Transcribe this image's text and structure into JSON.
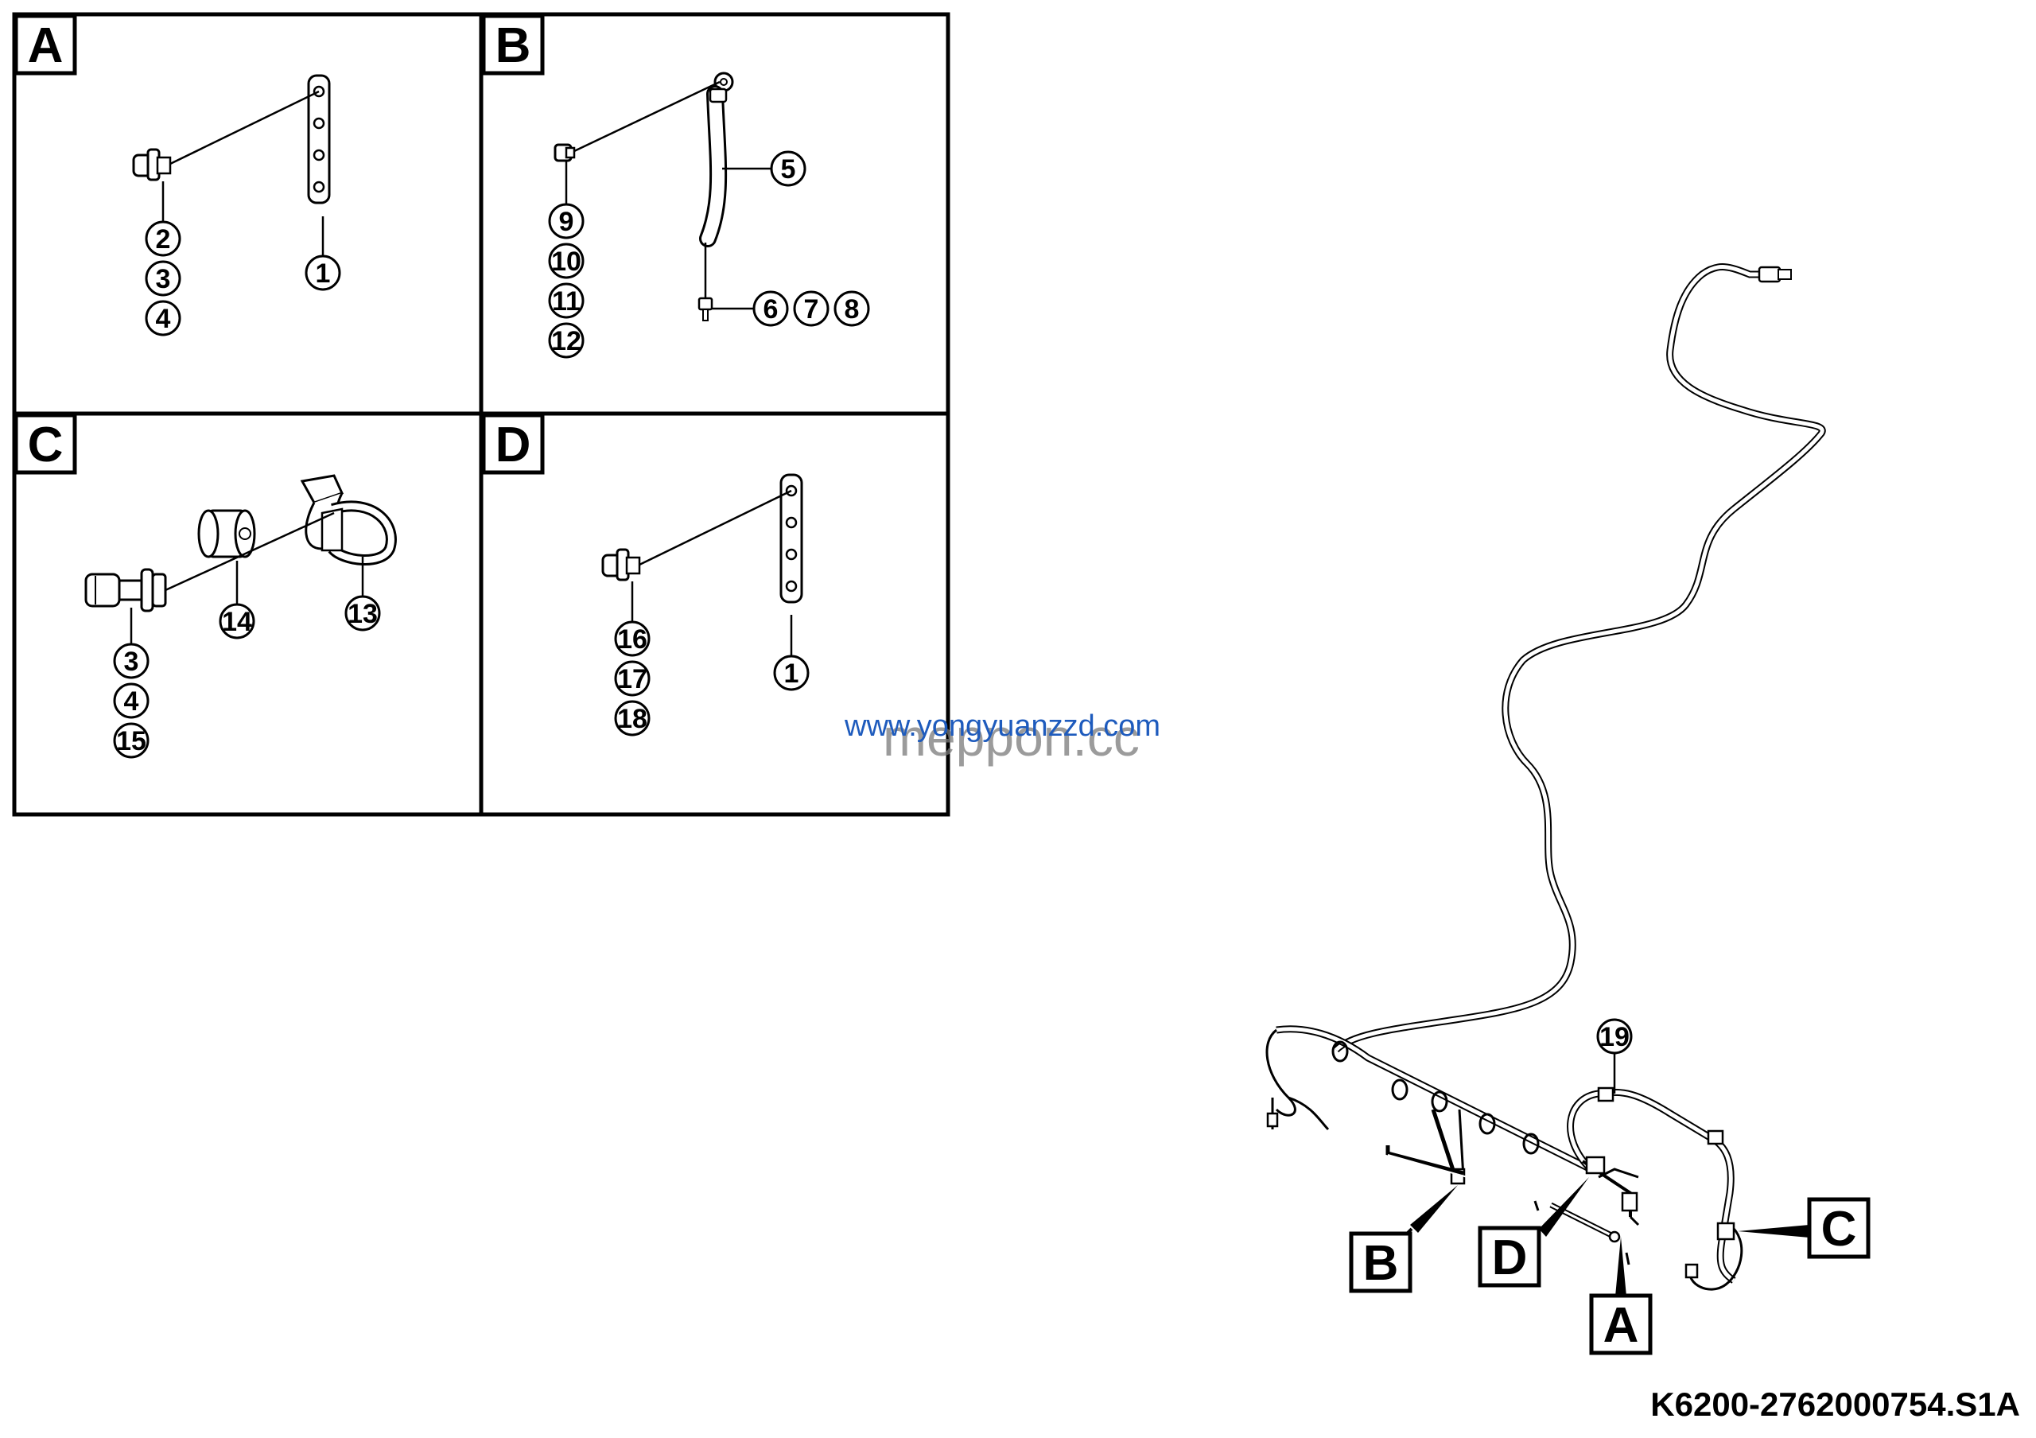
{
  "panels": [
    {
      "id": "A",
      "label": "A"
    },
    {
      "id": "B",
      "label": "B"
    },
    {
      "id": "C",
      "label": "C"
    },
    {
      "id": "D",
      "label": "D"
    }
  ],
  "callouts": {
    "a_2": "2",
    "a_3": "3",
    "a_4": "4",
    "a_1": "1",
    "b_5": "5",
    "b_9": "9",
    "b_10": "10",
    "b_11": "11",
    "b_12": "12",
    "b_6": "6",
    "b_7": "7",
    "b_8": "8",
    "c_3": "3",
    "c_4": "4",
    "c_15": "15",
    "c_14": "14",
    "c_13": "13",
    "d_16": "16",
    "d_17": "17",
    "d_18": "18",
    "d_1": "1",
    "main_19": "19"
  },
  "view_labels": {
    "B": "B",
    "D": "D",
    "A": "A",
    "C": "C"
  },
  "watermarks": {
    "blue": "www.yongyuanzzd.com",
    "grey": "meppon.cc"
  },
  "drawing_code": "K6200-2762000754.S1A"
}
